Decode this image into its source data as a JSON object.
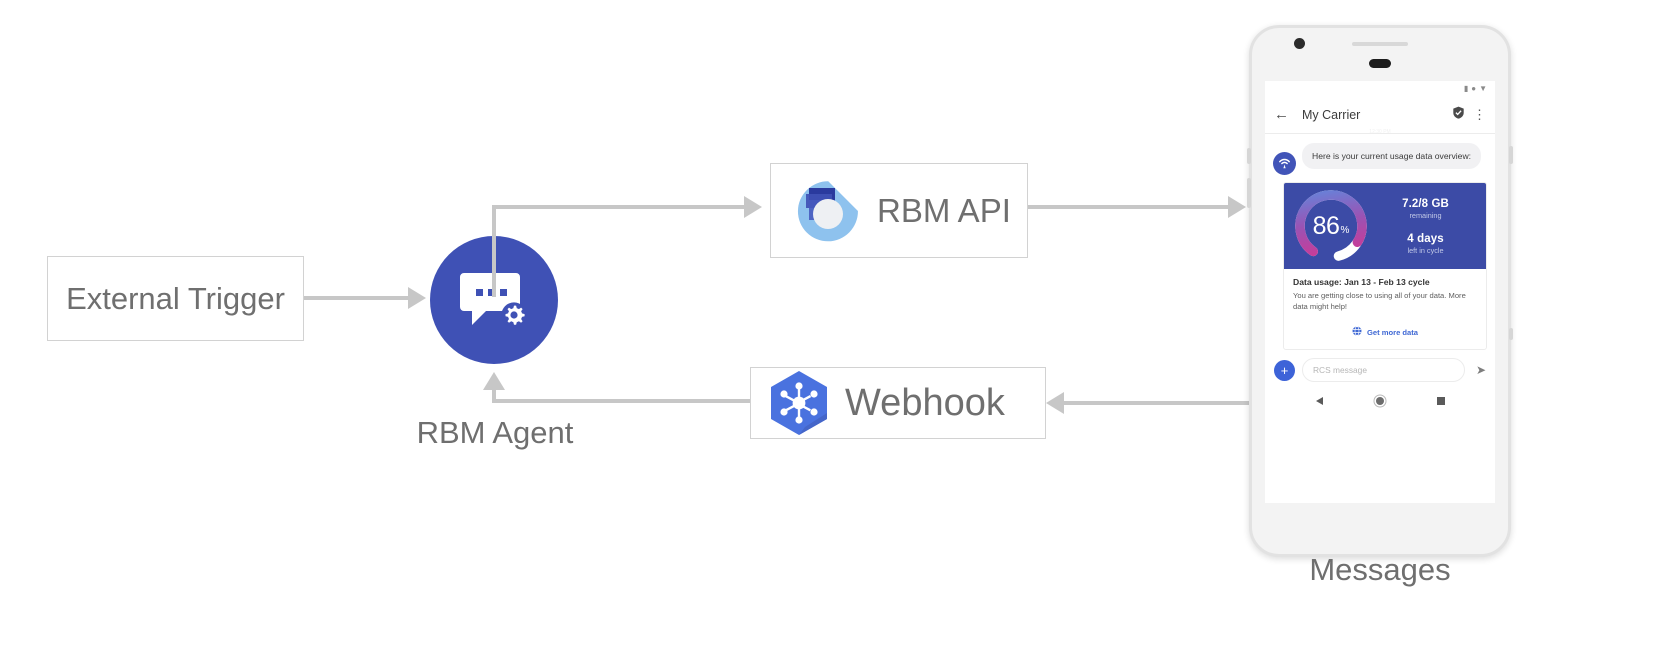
{
  "diagram": {
    "nodes": {
      "external_trigger": {
        "label": "External Trigger"
      },
      "rbm_agent": {
        "label": "RBM Agent",
        "icon": "chat-gear-icon",
        "color": "#3f51b5"
      },
      "rbm_api": {
        "label": "RBM API",
        "icon": "rbm-api-icon"
      },
      "webhook": {
        "label": "Webhook",
        "icon": "webhook-hexagon-icon",
        "color": "#4a72df"
      },
      "messages": {
        "label": "Messages"
      }
    },
    "connector_color": "#c7c7c7",
    "box_border_color": "#d2d2d2",
    "text_color": "#6f6f6f"
  },
  "phone": {
    "statusbar": {
      "icons": [
        "signal-icon",
        "wifi-icon",
        "battery-icon"
      ]
    },
    "appbar": {
      "back_icon": "back-arrow-icon",
      "title": "My Carrier",
      "verified_icon": "verified-shield-icon",
      "overflow_icon": "overflow-menu-icon",
      "timestamp": "12:30 PM"
    },
    "conversation": {
      "agent_avatar_icon": "carrier-tower-icon",
      "incoming_message": "Here is your current usage data overview:"
    },
    "rich_card": {
      "hero_bg": "#3c4ba6",
      "gauge": {
        "percent_value": "86",
        "percent_unit": "%",
        "fill_percent": 86,
        "gradient_from": "#5d8be0",
        "gradient_mid": "#a14fb0",
        "gradient_to": "#e0308a",
        "track_color": "#ffffff"
      },
      "stats": [
        {
          "value": "7.2/8 GB",
          "caption": "remaining"
        },
        {
          "value": "4 days",
          "caption": "left in cycle"
        }
      ],
      "title": "Data usage: Jan 13 - Feb 13 cycle",
      "description": "You are getting close to using all of your data. More data might help!",
      "action": {
        "icon": "globe-icon",
        "label": "Get more data",
        "color": "#3f68d4"
      }
    },
    "composer": {
      "plus_icon": "plus-icon",
      "placeholder": "RCS message",
      "value": "",
      "send_icon": "send-icon"
    },
    "navbar": {
      "back_icon": "nav-back-icon",
      "home_icon": "nav-home-icon",
      "recents_icon": "nav-recents-icon"
    }
  }
}
